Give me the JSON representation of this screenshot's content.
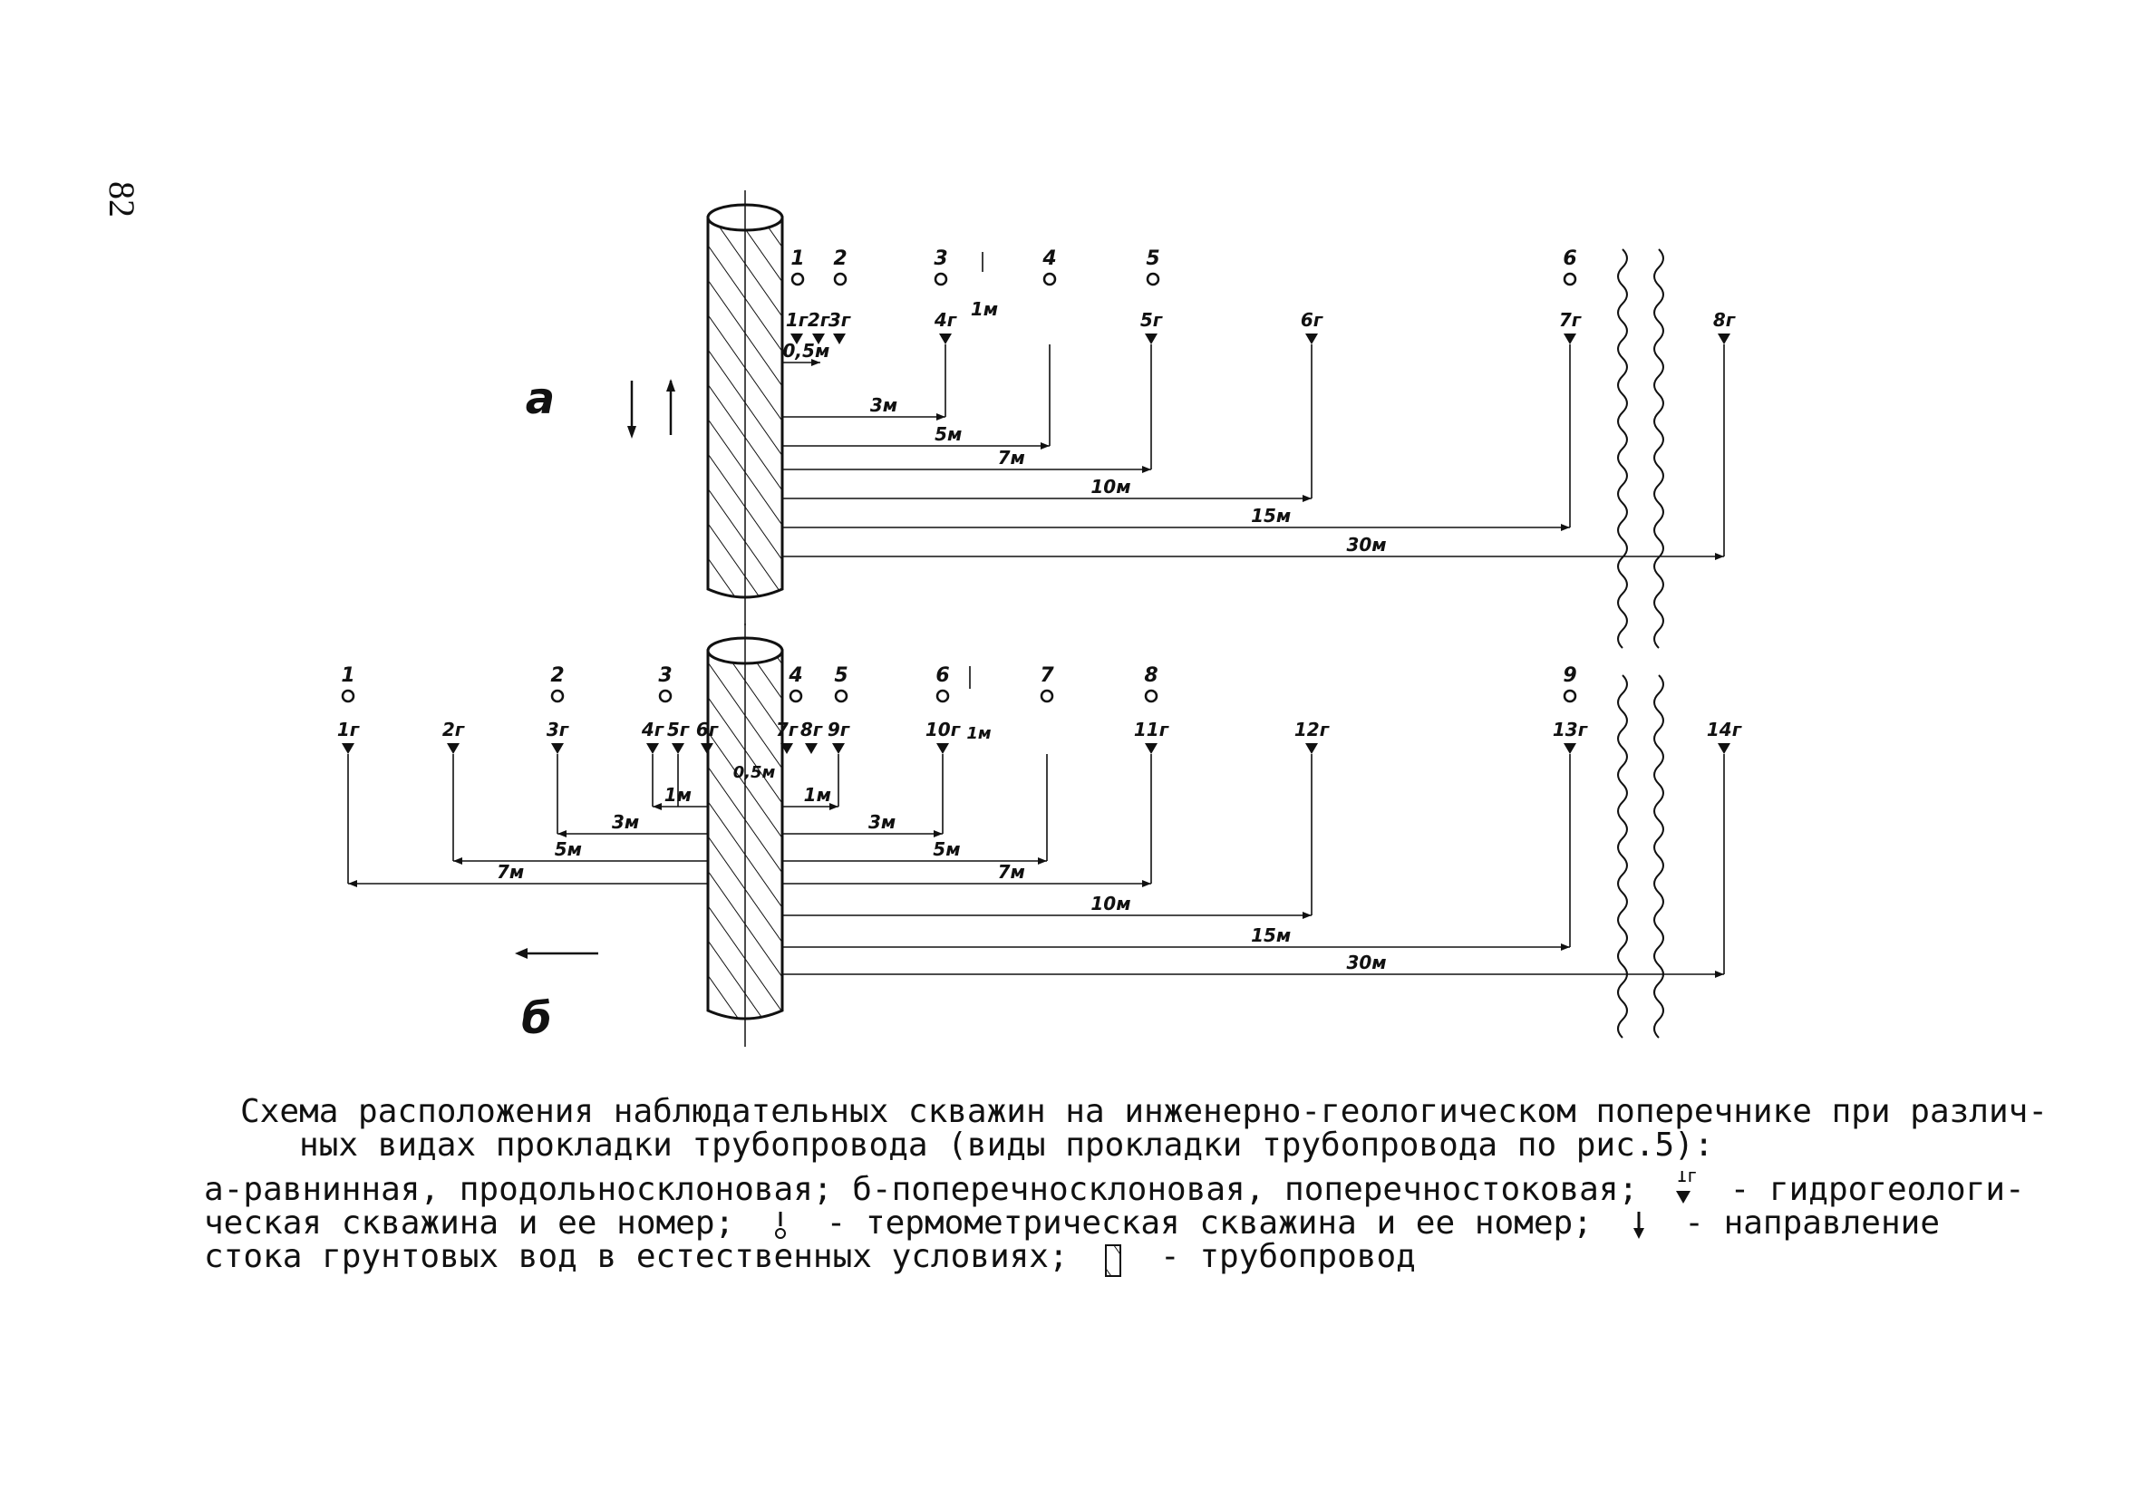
{
  "page_number": "82",
  "panel_a": {
    "letter": "а",
    "thermo_wells": [
      "1",
      "2",
      "3",
      "4",
      "5",
      "6"
    ],
    "hydro_wells": [
      "1г",
      "2г",
      "3г",
      "4г",
      "5г",
      "6г",
      "7г",
      "8г"
    ],
    "distances": [
      "0,5м",
      "3м",
      "5м",
      "7м",
      "10м",
      "15м",
      "30м"
    ],
    "spacing_label": "1м"
  },
  "panel_b": {
    "letter": "б",
    "thermo_wells": [
      "1",
      "2",
      "3",
      "4",
      "5",
      "6",
      "7",
      "8",
      "9"
    ],
    "hydro_wells": [
      "1г",
      "2г",
      "3г",
      "4г",
      "5г",
      "6г",
      "7г",
      "8г",
      "9г",
      "10г",
      "11г",
      "12г",
      "13г",
      "14г"
    ],
    "distances_left": [
      "1м",
      "3м",
      "5м",
      "7м"
    ],
    "distances_right": [
      "1м",
      "3м",
      "5м",
      "7м",
      "10м",
      "15м",
      "30м"
    ],
    "center_label": "0,5м",
    "spacing_label": "1м"
  },
  "caption": {
    "title_line1": "Схема расположения наблюдательных скважин на инженерно-геологическом поперечнике при различ-",
    "title_line2": "ных видах прокладки трубопровода (виды прокладки трубопровода по рис.5):",
    "legend_line1a": "а-равнинная, продольносклоновая; б-поперечносклоновая, поперечностоковая;",
    "legend_hydro_num": "1г",
    "legend_line1b": "- гидрогеологи-",
    "legend_line2a": "ческая скважина и ее номер;",
    "legend_line2b": "- термометрическая скважина и ее номер;",
    "legend_line2c": "- направление",
    "legend_line3a": "стока грунтовых вод в естественных условиях;",
    "legend_line3b": "- трубопровод"
  }
}
